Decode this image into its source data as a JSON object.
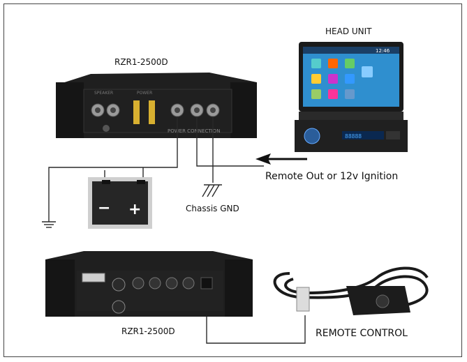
{
  "labels": {
    "amp_top": "RZR1-2500D",
    "head_unit": "HEAD UNIT",
    "remote_out": "Remote Out or 12v Ignition",
    "chassis_gnd": "Chassis GND",
    "amp_bottom": "RZR1-2500D",
    "remote_control": "REMOTE CONTROL"
  },
  "amp_top": {
    "section_labels": [
      "SPEAKER",
      "POWER",
      "POWER CONNECTION"
    ],
    "footer": "POWER CONNECTION"
  },
  "battery": {
    "minus": "−",
    "plus": "+"
  },
  "head_unit": {
    "clock": "12:46",
    "display_readout": "88888"
  },
  "colors": {
    "wire": "#2a2a2a",
    "amp_body": "#1c1c1c",
    "fuse": "#d8b030",
    "screen": "#2f8fcf",
    "battery_body": "#2a2a2a"
  }
}
